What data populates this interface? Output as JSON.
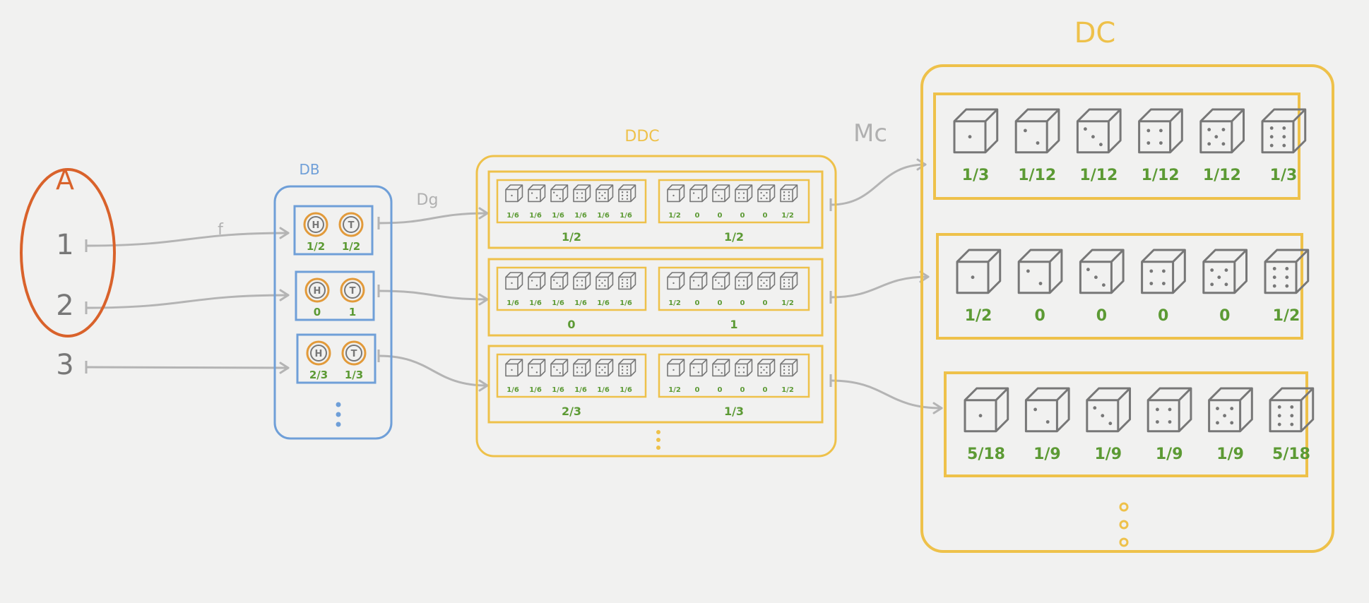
{
  "colors": {
    "A": "#d9622b",
    "DB": "#6f9fd8",
    "DDC": "#eec14a",
    "DC": "#eec14a",
    "arrow": "#b4b4b4",
    "label_gray": "#b0b0b0",
    "die": "#777777",
    "prob": "#5c9a34",
    "coin_ring": "#e29a3a",
    "element_text": "#777777"
  },
  "set_A": {
    "label": "A",
    "elements": [
      "1",
      "2",
      "3"
    ]
  },
  "map_f": {
    "label": "f"
  },
  "set_DB": {
    "label": "DB",
    "coins": [
      "H",
      "T"
    ],
    "distributions": [
      [
        "1/2",
        "1/2"
      ],
      [
        "0",
        "1"
      ],
      [
        "2/3",
        "1/3"
      ]
    ]
  },
  "map_Dg": {
    "label": "Dg"
  },
  "set_DDC": {
    "label": "DDC",
    "rows": [
      {
        "die_probs": [
          [
            "1/6",
            "1/6",
            "1/6",
            "1/6",
            "1/6",
            "1/6"
          ],
          [
            "1/2",
            "0",
            "0",
            "0",
            "0",
            "1/2"
          ]
        ],
        "weights": [
          "1/2",
          "1/2"
        ]
      },
      {
        "die_probs": [
          [
            "1/6",
            "1/6",
            "1/6",
            "1/6",
            "1/6",
            "1/6"
          ],
          [
            "1/2",
            "0",
            "0",
            "0",
            "0",
            "1/2"
          ]
        ],
        "weights": [
          "0",
          "1"
        ]
      },
      {
        "die_probs": [
          [
            "1/6",
            "1/6",
            "1/6",
            "1/6",
            "1/6",
            "1/6"
          ],
          [
            "1/2",
            "0",
            "0",
            "0",
            "0",
            "1/2"
          ]
        ],
        "weights": [
          "2/3",
          "1/3"
        ]
      }
    ]
  },
  "map_Mc": {
    "label": "Mc"
  },
  "set_DC": {
    "label": "DC",
    "rows": [
      [
        "1/3",
        "1/12",
        "1/12",
        "1/12",
        "1/12",
        "1/3"
      ],
      [
        "1/2",
        "0",
        "0",
        "0",
        "0",
        "1/2"
      ],
      [
        "5/18",
        "1/9",
        "1/9",
        "1/9",
        "1/9",
        "5/18"
      ]
    ]
  }
}
